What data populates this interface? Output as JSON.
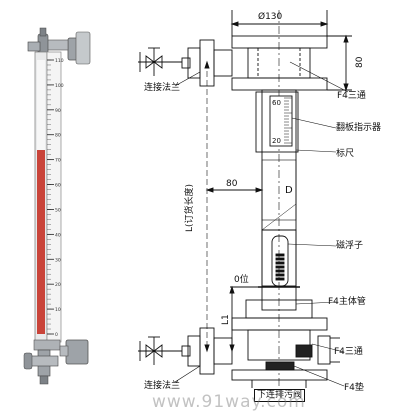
{
  "photo": {
    "scale": {
      "major_ticks": [
        "110",
        "100",
        "90",
        "80",
        "70",
        "60",
        "50",
        "40",
        "30",
        "20",
        "10",
        "0"
      ],
      "red_band_from_top": 0.33
    }
  },
  "drawing": {
    "dimensions": {
      "flange_diameter": "Ø130",
      "upper_tee_height": "80",
      "offset": "80",
      "center_distance": "L(订货长度)",
      "l1": "L1",
      "zero_position": "0位"
    },
    "indicator_scale": {
      "values": [
        "60",
        "20"
      ]
    },
    "callouts": {
      "upper_flange": "连接法兰",
      "upper_tee": "F4三通",
      "flap_indicator": "翻板指示器",
      "ruler": "标尺",
      "float": "磁浮子",
      "main_tube": "F4主体管",
      "lower_tee": "F4三通",
      "lower_flange": "连接法兰",
      "gasket": "F4垫",
      "drain_flange": "下连排污阀"
    },
    "direction_letter": "D"
  },
  "watermark": "www.91way.com"
}
